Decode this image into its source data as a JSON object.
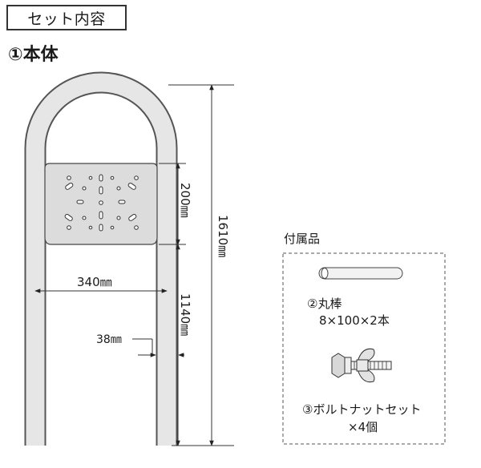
{
  "set_title": "セット内容",
  "item1_heading": "①本体",
  "dimensions": {
    "width": "340㎜",
    "pipe_diameter": "38㎜",
    "plate_height": "200㎜",
    "leg_height": "1140㎜",
    "total_height": "1610㎜"
  },
  "accessories": {
    "title": "付属品",
    "items": [
      {
        "label": "②丸棒",
        "spec": "8×100×2本"
      },
      {
        "label": "③ボルトナットセット",
        "spec": "×4個"
      }
    ]
  }
}
